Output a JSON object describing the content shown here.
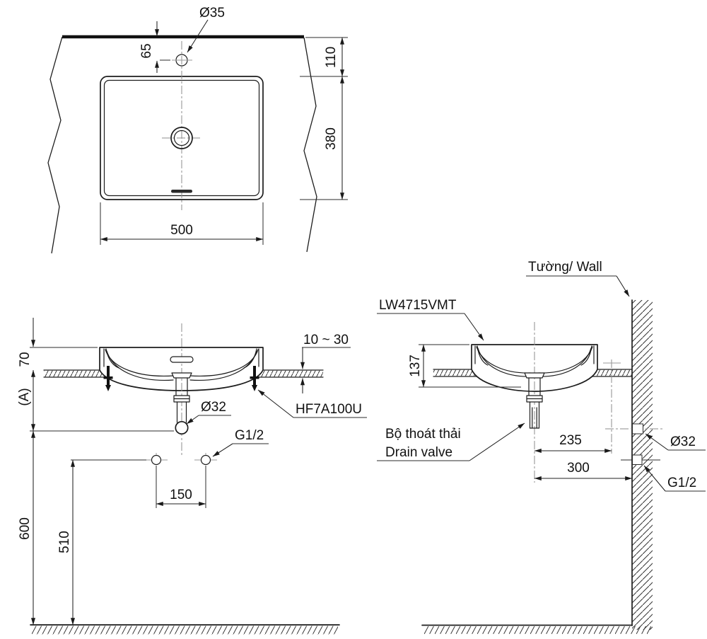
{
  "top_view": {
    "faucet_hole_diameter": "Ø35",
    "faucet_hole_offset": "65",
    "wall_to_basin_gap": "110",
    "basin_depth": "380",
    "basin_width": "500"
  },
  "front_view": {
    "rim_height_above_counter": "70",
    "reference_height": "(A)",
    "counter_thickness_range": "10 ~ 30",
    "drain_pipe_diameter": "Ø32",
    "supply_thread": "G1/2",
    "fixing_kit_code": "HF7A100U",
    "supply_spacing": "150",
    "supply_height_from_floor": "510",
    "drain_end_height_from_floor": "600"
  },
  "side_view": {
    "product_code": "LW4715VMT",
    "wall_label": "Tường/ Wall",
    "basin_height": "137",
    "drain_valve_label_vi": "Bộ thoát thải",
    "drain_valve_label_en": "Drain valve",
    "drain_to_faucet_centerline": "235",
    "drain_to_wall": "300",
    "wall_drain_diameter": "Ø32",
    "wall_supply_thread": "G1/2"
  }
}
